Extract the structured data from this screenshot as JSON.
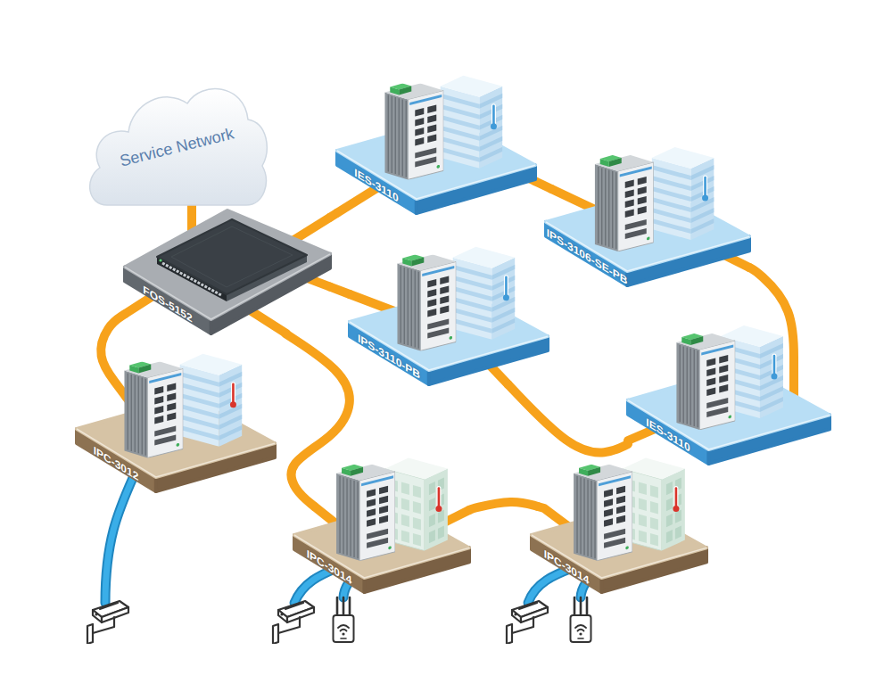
{
  "diagram": {
    "nodes": [
      {
        "text": [
          "Service Network"
        ]
      },
      {
        "text": [
          "FOS-5152"
        ]
      },
      {
        "text": [
          "IES-3110"
        ]
      },
      {
        "text": [
          "IPS-3106-SE-PB"
        ]
      },
      {
        "text": [
          "IPS-3110-PB"
        ]
      },
      {
        "text": [
          "IES-3110"
        ]
      },
      {
        "text": [
          "IPC-3012"
        ]
      },
      {
        "text": [
          "IPC-3014"
        ]
      },
      {
        "text": [
          "IPC-3014"
        ]
      }
    ],
    "edges": [
      {
        "from": 0,
        "to": 1,
        "arrow": "none"
      },
      {
        "from": 1,
        "to": 2,
        "arrow": "none"
      },
      {
        "from": 2,
        "to": 3,
        "arrow": "none"
      },
      {
        "from": 3,
        "to": 5,
        "arrow": "none"
      },
      {
        "from": 5,
        "to": 4,
        "arrow": "none"
      },
      {
        "from": 4,
        "to": 1,
        "arrow": "none"
      },
      {
        "from": 1,
        "to": 6,
        "arrow": "none"
      },
      {
        "from": 1,
        "to": 7,
        "arrow": "none"
      },
      {
        "from": 7,
        "to": 8,
        "arrow": "none"
      }
    ]
  }
}
